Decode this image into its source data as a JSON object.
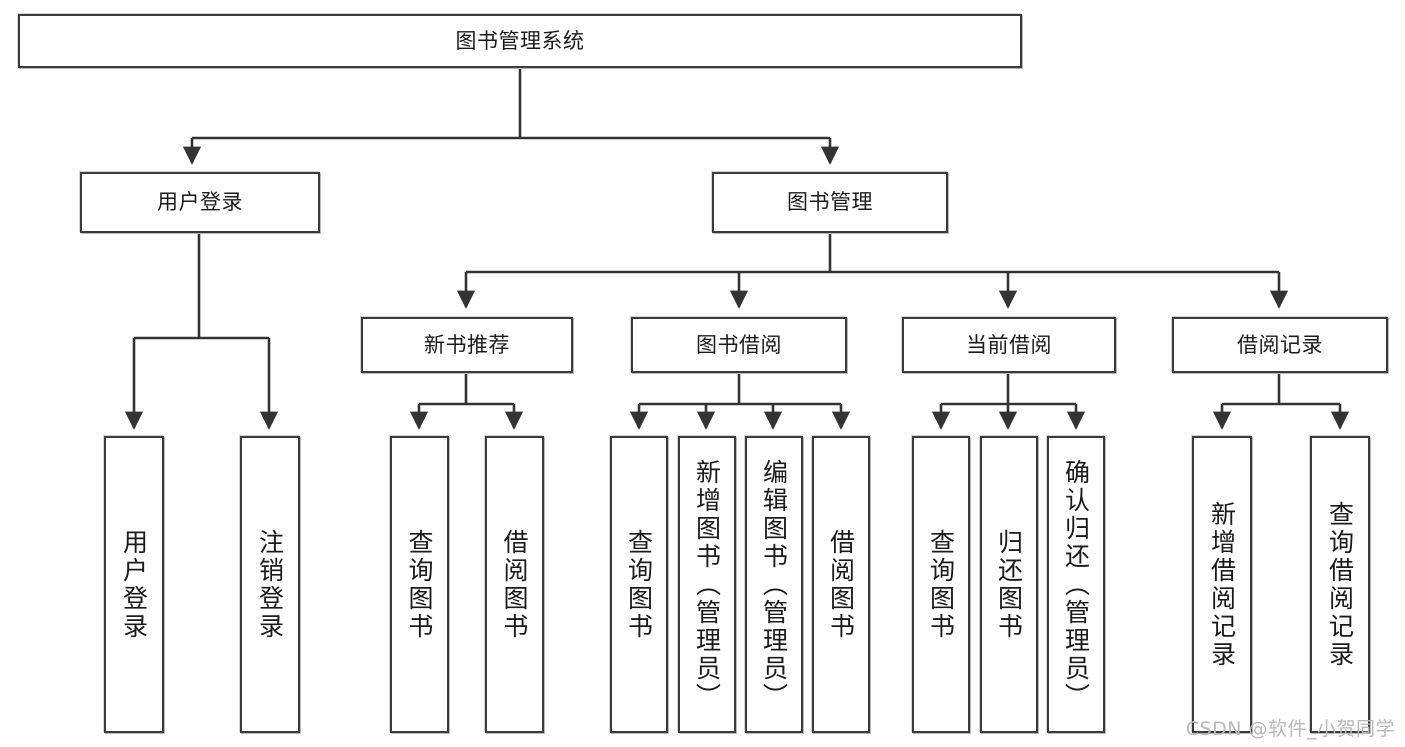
{
  "diagram": {
    "type": "tree-hierarchy-chart",
    "title": "图书管理系统",
    "background_color": "#ffffff",
    "border_color": "#3b3b3b",
    "text_color": "#1b1b1b"
  },
  "watermark": {
    "text": "CSDN @软件_小贺同学",
    "color": "#b9b9b9"
  },
  "nodes": {
    "root": {
      "label": "图书管理系统"
    },
    "level1": [
      {
        "id": "user-login",
        "label": "用户登录"
      },
      {
        "id": "book-manage",
        "label": "图书管理"
      }
    ],
    "level2": [
      {
        "id": "new-book-recommend",
        "label": "新书推荐"
      },
      {
        "id": "book-borrow",
        "label": "图书借阅"
      },
      {
        "id": "current-borrow",
        "label": "当前借阅"
      },
      {
        "id": "borrow-record",
        "label": "借阅记录"
      }
    ],
    "leaves": {
      "user_login": [
        {
          "id": "leaf-user-login",
          "label": "用户登录"
        },
        {
          "id": "leaf-logout-login",
          "label": "注销登录"
        }
      ],
      "new_book_recommend": [
        {
          "id": "leaf-query-book-1",
          "label": "查询图书"
        },
        {
          "id": "leaf-borrow-book-1",
          "label": "借阅图书"
        }
      ],
      "book_borrow": [
        {
          "id": "leaf-query-book-2",
          "label": "查询图书"
        },
        {
          "id": "leaf-add-book",
          "label": "新增图书（管理员）"
        },
        {
          "id": "leaf-edit-book",
          "label": "编辑图书（管理员）"
        },
        {
          "id": "leaf-borrow-book-2",
          "label": "借阅图书"
        }
      ],
      "current_borrow": [
        {
          "id": "leaf-query-book-3",
          "label": "查询图书"
        },
        {
          "id": "leaf-return-book",
          "label": "归还图书"
        },
        {
          "id": "leaf-confirm-return",
          "label": "确认归还（管理员）"
        }
      ],
      "borrow_record": [
        {
          "id": "leaf-add-borrow-record",
          "label": "新增借阅记录"
        },
        {
          "id": "leaf-query-borrow-record",
          "label": "查询借阅记录"
        }
      ]
    }
  }
}
